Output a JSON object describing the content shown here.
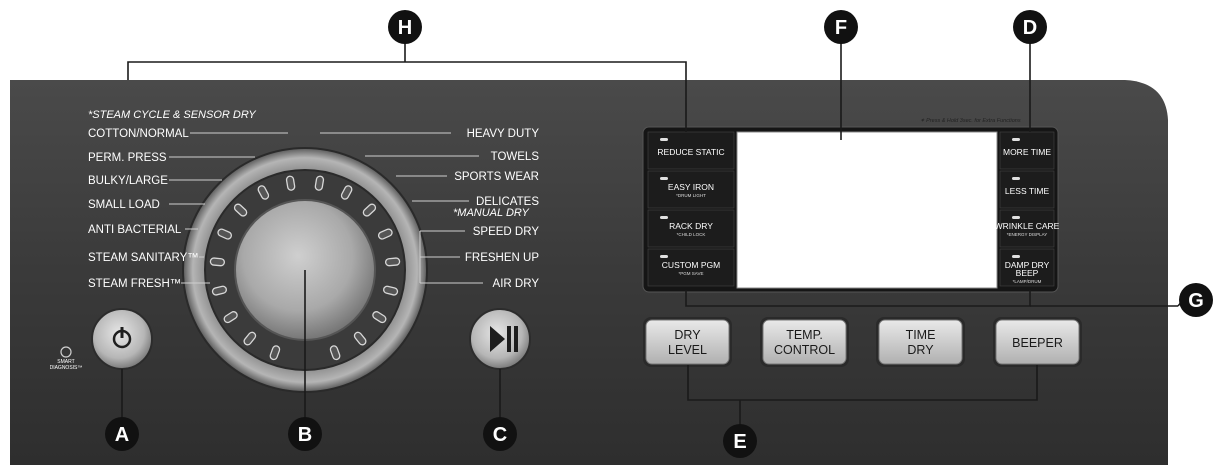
{
  "header": {
    "steam_cycle_title": "*STEAM CYCLE & SENSOR DRY",
    "manual_dry_title": "*MANUAL DRY",
    "note": "✶ Press & Hold 3sec. for Extra Functions"
  },
  "cycles_left": [
    "COTTON/NORMAL",
    "PERM. PRESS",
    "BULKY/LARGE",
    "SMALL LOAD",
    "ANTI BACTERIAL",
    "STEAM SANITARY™",
    "STEAM FRESH™"
  ],
  "cycles_right": [
    "HEAVY DUTY",
    "TOWELS",
    "SPORTS WEAR",
    "DELICATES"
  ],
  "manual_right": [
    "SPEED DRY",
    "FRESHEN UP",
    "AIR DRY"
  ],
  "display_left": [
    {
      "label": "REDUCE STATIC",
      "sub": ""
    },
    {
      "label": "EASY IRON",
      "sub": "*DRUM LIGHT"
    },
    {
      "label": "RACK DRY",
      "sub": "*CHILD LOCK"
    },
    {
      "label": "CUSTOM PGM",
      "sub": "*PGM SAVE"
    }
  ],
  "display_right": [
    {
      "label": "MORE TIME",
      "sub": ""
    },
    {
      "label": "LESS TIME",
      "sub": ""
    },
    {
      "label": "WRINKLE CARE",
      "sub": "*ENERGY DISPLAY"
    },
    {
      "label": "DAMP DRY",
      "label2": "BEEP",
      "sub": "*LAMP/DRUM"
    }
  ],
  "buttons": [
    {
      "line1": "DRY",
      "line2": "LEVEL"
    },
    {
      "line1": "TEMP.",
      "line2": "CONTROL"
    },
    {
      "line1": "TIME",
      "line2": "DRY"
    },
    {
      "line1": "BEEPER",
      "line2": ""
    }
  ],
  "smart_logo": {
    "line1": "SMART",
    "line2": "DIAGNOSIS™"
  },
  "callouts": {
    "A": "A",
    "B": "B",
    "C": "C",
    "D": "D",
    "E": "E",
    "F": "F",
    "G": "G",
    "H": "H"
  }
}
